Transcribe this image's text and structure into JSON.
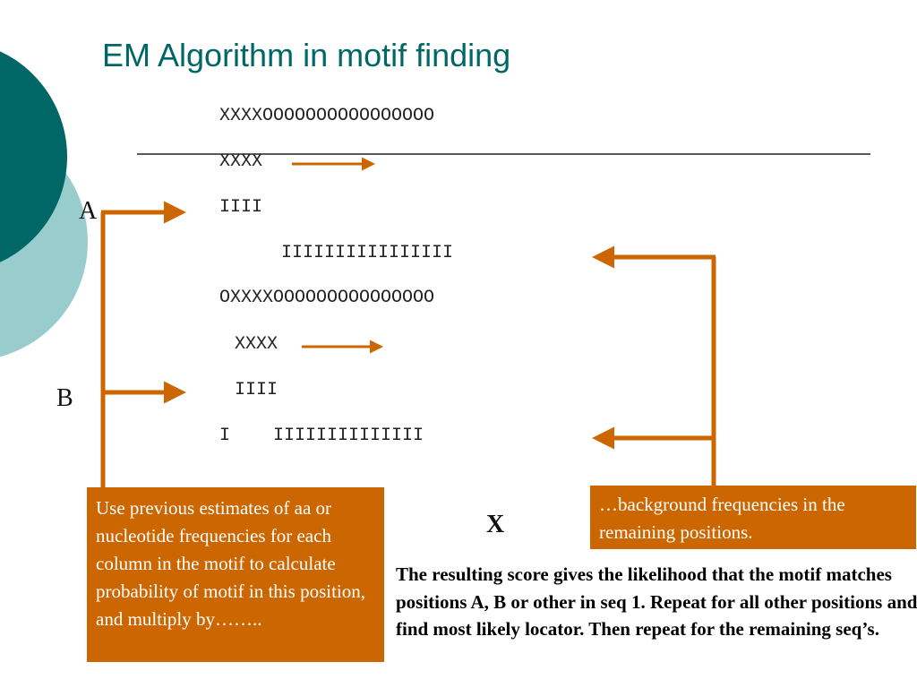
{
  "title": "EM Algorithm in motif finding",
  "sequences": [
    "XXXXOOOOOOOOOOOOOOOO",
    "XXXX",
    "IIII",
    "IIIIIIIIIIIIIIII",
    "OXXXXOOOOOOOOOOOOOOO",
    "XXXX",
    "IIII",
    "I    IIIIIIIIIIIIII"
  ],
  "labels": {
    "a": "A",
    "b": "B",
    "x": "X"
  },
  "left_box_text": "Use previous estimates of aa or nucleotide frequencies for each column in the motif to calculate probability of motif in this position, and multiply by……..",
  "right_box_text": "…background frequencies in the remaining positions.",
  "note_text": "The resulting score gives the likelihood that the motif matches positions A, B or other in seq 1. Repeat for all other positions and find most likely locator. Then repeat for the remaining seq’s.",
  "colors": {
    "title": "#006666",
    "accent": "#CC6600",
    "deco_dark": "#006666",
    "deco_light": "#99CCCC"
  }
}
